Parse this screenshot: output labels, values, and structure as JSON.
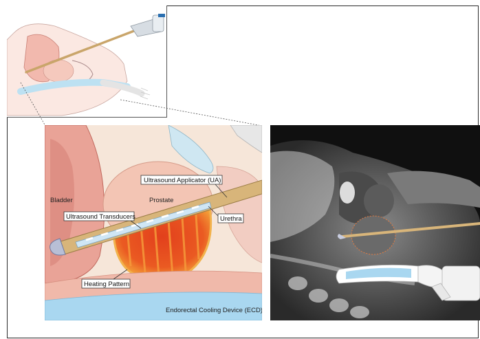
{
  "labels": {
    "bladder": "Bladder",
    "prostate": "Prostate",
    "ultrasound_applicator": "Ultrasound Applicator (UA)",
    "ultrasound_transducers": "Ultrasound Transducers",
    "urethra": "Urethra",
    "heating_pattern": "Heating Pattern",
    "endorectal_cooling_device": "Endorectal Cooling Device (ECD)"
  },
  "colors": {
    "tissue": "#f1d6c6",
    "bladder_wall": "#d9857b",
    "prostate": "#f0c4b2",
    "applicator_rod": "#d8b57a",
    "transducer": "#cfe6f5",
    "heating_outer": "#f4a43a",
    "heating_inner": "#e2401c",
    "cooling_device": "#a9d7f0"
  }
}
